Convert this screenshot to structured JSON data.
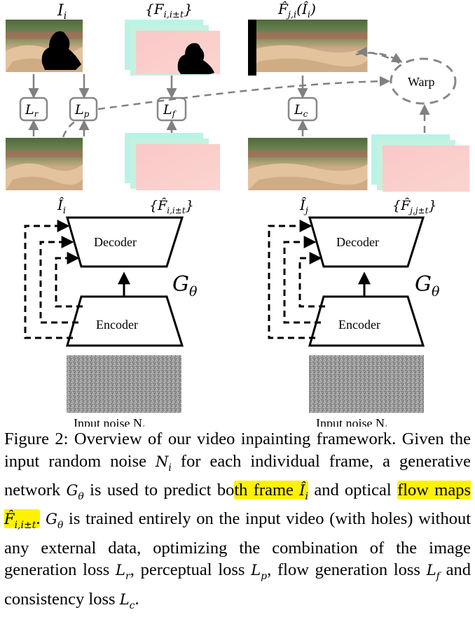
{
  "figure": {
    "labels": {
      "frame_i": "I",
      "frame_i_sub": "i",
      "flow_set": "{F",
      "flow_set_sub": "i,i±t",
      "flow_set_close": "}",
      "warped": "F̂",
      "warped_sub": "j,i",
      "warped_arg": "(Î",
      "warped_arg_sub": "i",
      "warped_close": ")",
      "loss_r": "L",
      "loss_r_sub": "r",
      "loss_p": "L",
      "loss_p_sub": "p",
      "loss_f": "L",
      "loss_f_sub": "f",
      "loss_c": "L",
      "loss_c_sub": "c",
      "warp": "Warp",
      "pred_i": "Î",
      "pred_i_sub": "i",
      "pred_flow_i": "{F̂",
      "pred_flow_i_sub": "i,i±t",
      "pred_flow_i_close": "}",
      "pred_j": "Î",
      "pred_j_sub": "j",
      "pred_flow_j": "{F̂",
      "pred_flow_j_sub": "j,j±t",
      "pred_flow_j_close": "}",
      "decoder": "Decoder",
      "encoder": "Encoder",
      "g_theta": "G",
      "g_theta_sub": "θ",
      "noise_i": "Input noise N",
      "noise_i_sub": "i",
      "noise_j": "Input noise N",
      "noise_j_sub": "j"
    }
  },
  "caption": {
    "p1": "Figure 2:  Overview of our video inpainting framework. Given the input random noise ",
    "m1": "N",
    "m1s": "i",
    "p2": " for each individual frame, a generative network ",
    "m2": "G",
    "m2s": "θ",
    "p3": " is used to predict bo",
    "hl1": "th frame ",
    "m3": "Î",
    "m3s": "i",
    "p4": " and optical ",
    "hl2": "flow maps ",
    "m4": "F̂",
    "m4s": "i,i±t",
    "hl2end": ".",
    "p5": "  ",
    "m5": "G",
    "m5s": "θ",
    "p6": " is trained entirely on the in­put video (with holes) without any external data, optimizing the combination of the image generation loss ",
    "m6": "L",
    "m6s": "r",
    "p7": ", perceptual loss ",
    "m7": "L",
    "m7s": "p",
    "p8": ", flow generation loss ",
    "m8": "L",
    "m8s": "f",
    "p9": " and consistency loss ",
    "m9": "L",
    "m9s": "c",
    "p10": "."
  }
}
